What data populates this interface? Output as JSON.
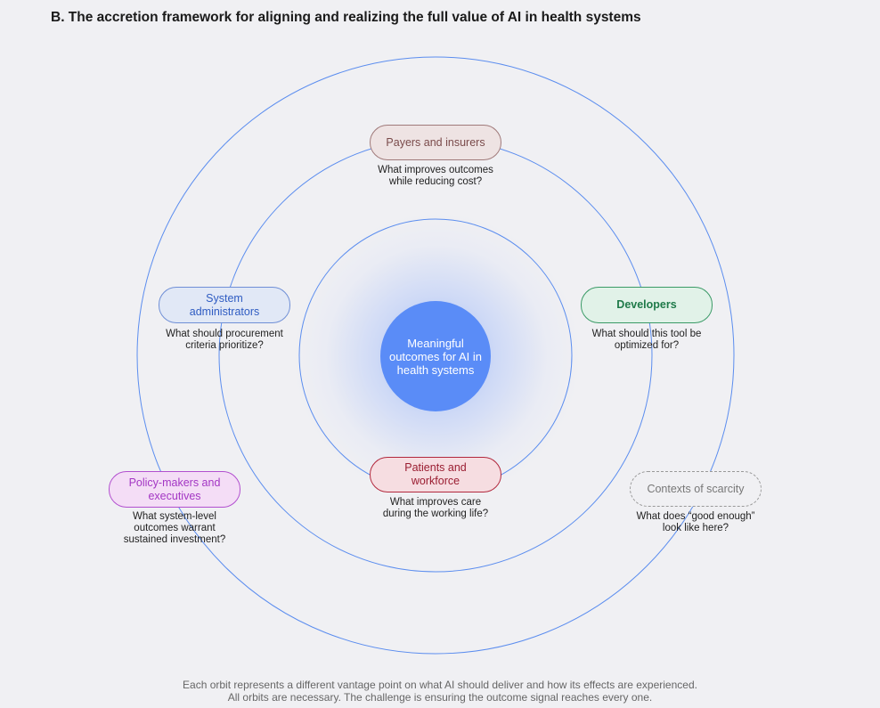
{
  "title": "B. The accretion framework for aligning and realizing the full value of AI in health systems",
  "center": {
    "label": "Meaningful outcomes for AI in health systems"
  },
  "nodes": {
    "payers": {
      "label": "Payers and insurers",
      "question": "What improves outcomes\nwhile reducing cost?"
    },
    "sysadmin": {
      "label": "System administrators",
      "question": "What should procurement\ncriteria prioritize?"
    },
    "developers": {
      "label": "Developers",
      "question": "What should this tool be\noptimized for?"
    },
    "patients": {
      "label": "Patients and workforce",
      "question": "What improves care\nduring the working life?"
    },
    "policy": {
      "label": "Policy-makers and executives",
      "question": "What system-level\noutcomes warrant\nsustained investment?"
    },
    "scarcity": {
      "label": "Contexts of scarcity",
      "question": "What does “good enough”\nlook like here?"
    }
  },
  "footer": {
    "line1": "Each orbit represents a different vantage point on what AI should deliver and how its effects are experienced.",
    "line2": "All orbits are necessary. The challenge is ensuring the outcome signal reaches every one."
  },
  "colors": {
    "orbit": "#5b8def",
    "core": "#5a8cf7",
    "payers_fill": "#eee3e3",
    "payers_stroke": "#a07a7a",
    "payers_text": "#7a4b4b",
    "sysadmin_fill": "#e1e8f6",
    "sysadmin_stroke": "#6f8fd6",
    "sysadmin_text": "#2f5cc2",
    "developers_fill": "#e1f2e8",
    "developers_stroke": "#3a9a66",
    "developers_text": "#1f7a49",
    "patients_fill": "#f6dde1",
    "patients_stroke": "#b2283d",
    "patients_text": "#9a1d31",
    "policy_fill": "#f4ddf6",
    "policy_stroke": "#b24fcf",
    "policy_text": "#a336c4",
    "scarcity_fill": "#f0f0f3",
    "scarcity_stroke": "#999999",
    "scarcity_text": "#777777"
  }
}
